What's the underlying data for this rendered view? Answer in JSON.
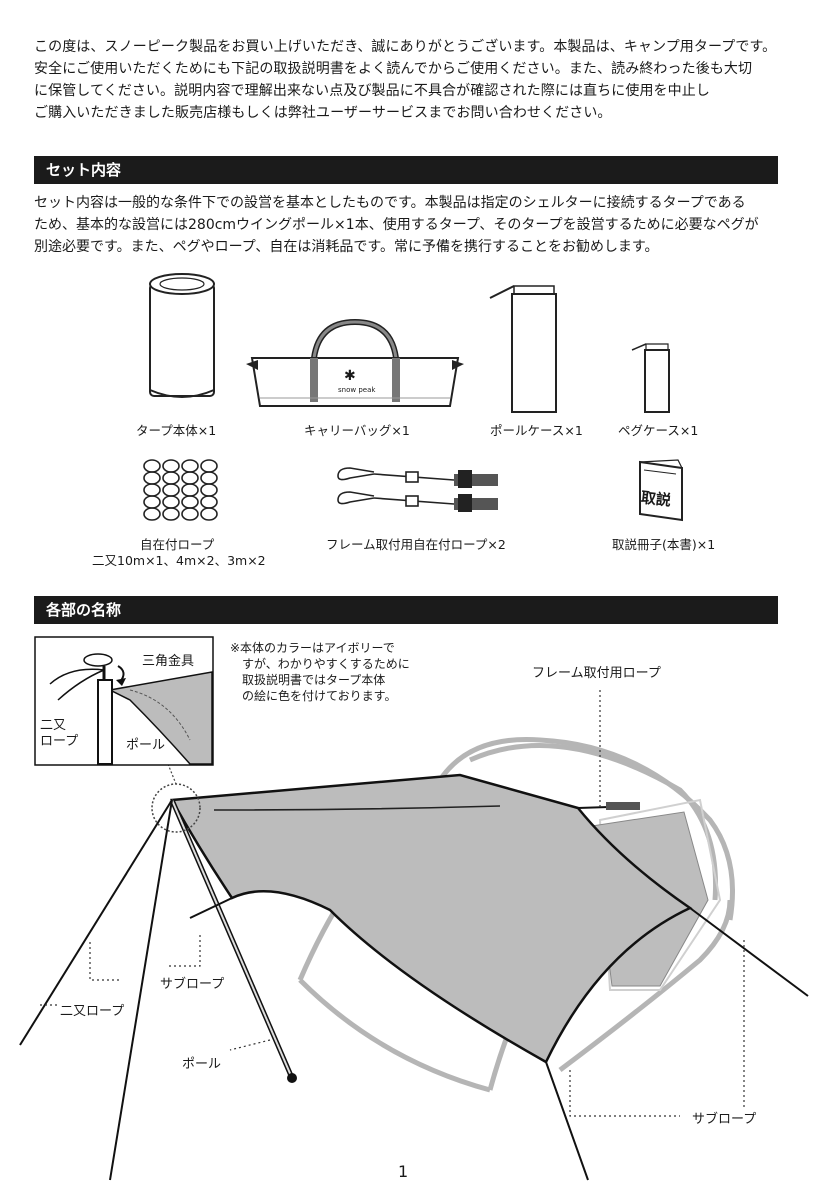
{
  "intro": {
    "lines": [
      "この度は、スノーピーク製品をお買い上げいただき、誠にありがとうございます。本製品は、キャンプ用タープです。",
      "安全にご使用いただくためにも下記の取扱説明書をよく読んでからご使用ください。また、読み終わった後も大切",
      "に保管してください。説明内容で理解出来ない点及び製品に不具合が確認された際には直ちに使用を中止し",
      "ご購入いただきました販売店様もしくは弊社ユーザーサービスまでお問い合わせください。"
    ]
  },
  "set_section": {
    "title": "セット内容",
    "text_lines": [
      "セット内容は一般的な条件下での設営を基本としたものです。本製品は指定のシェルターに接続するタープである",
      "ため、基本的な設営には280cmウイングポール×1本、使用するタープ、そのタープを設営するために必要なペグが",
      "別途必要です。また、ペグやロープ、自在は消耗品です。常に予備を携行することをお勧めします。"
    ],
    "items": [
      "タープ本体×1",
      "キャリーバッグ×1",
      "ポールケース×1",
      "ペグケース×1",
      "自在付ロープ",
      "二又10m×1、4m×2、3m×2",
      "フレーム取付用自在付ロープ×2",
      "取説冊子(本書)×1"
    ],
    "bag_logo": "snow peak",
    "manual_cover_text": "取説"
  },
  "parts_section": {
    "title": "各部の名称",
    "inset": {
      "label_triangle": "三角金具",
      "label_rope": "二又\nロープ",
      "label_pole": "ポール"
    },
    "note_lines": [
      "※本体のカラーはアイボリーで",
      "すが、わかりやすくするために",
      "取扱説明書ではタープ本体",
      "の絵に色を付けております。"
    ],
    "labels": {
      "frame_rope": "フレーム取付用ロープ",
      "sub_rope_left": "サブロープ",
      "fork_rope": "二又ロープ",
      "pole": "ポール",
      "sub_rope_bottom": "サブロープ"
    }
  },
  "page_number": "1"
}
